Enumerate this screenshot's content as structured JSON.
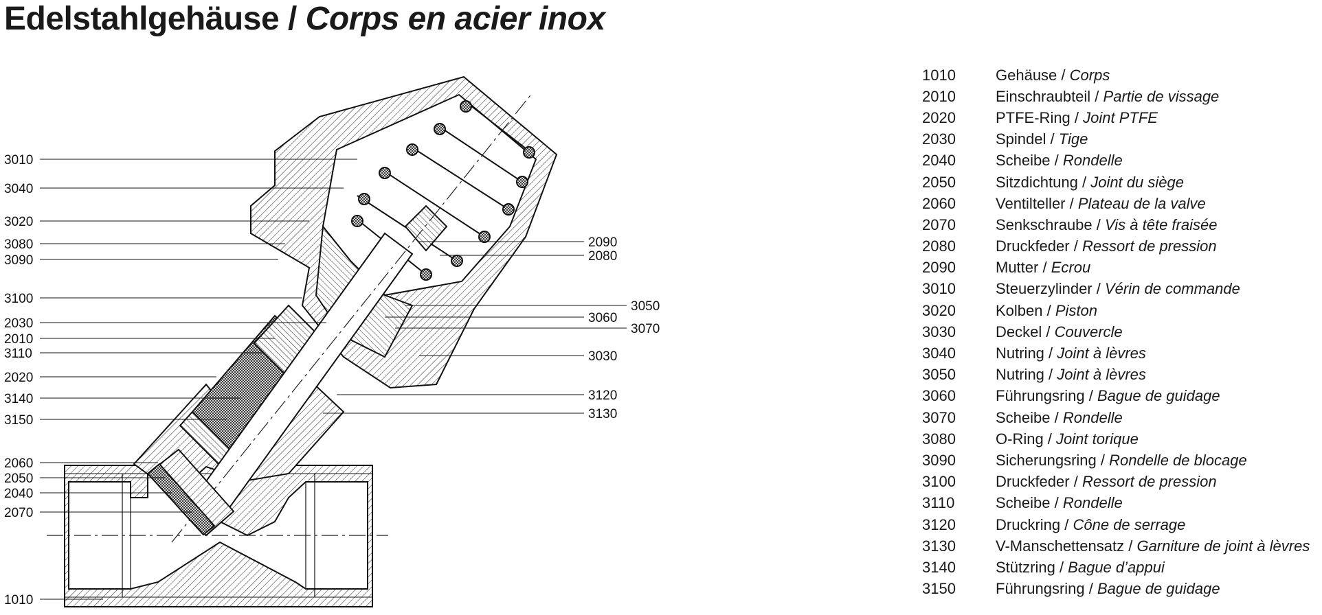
{
  "title": {
    "de": "Edelstahlgehäuse",
    "sep": " / ",
    "fr": "Corps en acier inox"
  },
  "callouts_left": [
    "3010",
    "3040",
    "3020",
    "3080",
    "3090",
    "3100",
    "2030",
    "2010",
    "3110",
    "2020",
    "3140",
    "3150",
    "2060",
    "2050",
    "2040",
    "2070",
    "1010"
  ],
  "callouts_right": [
    "2090",
    "2080",
    "3050",
    "3060",
    "3070",
    "3030",
    "3120",
    "3130"
  ],
  "parts": [
    {
      "num": "1010",
      "de": "Gehäuse",
      "fr": "Corps"
    },
    {
      "num": "2010",
      "de": "Einschraubteil",
      "fr": "Partie de vissage"
    },
    {
      "num": "2020",
      "de": "PTFE-Ring",
      "fr": "Joint PTFE"
    },
    {
      "num": "2030",
      "de": "Spindel",
      "fr": "Tige"
    },
    {
      "num": "2040",
      "de": "Scheibe",
      "fr": "Rondelle"
    },
    {
      "num": "2050",
      "de": "Sitzdichtung",
      "fr": "Joint du siège"
    },
    {
      "num": "2060",
      "de": "Ventilteller",
      "fr": "Plateau de la valve"
    },
    {
      "num": "2070",
      "de": "Senkschraube",
      "fr": "Vis à tête fraisée"
    },
    {
      "num": "2080",
      "de": "Druckfeder",
      "fr": "Ressort de pression"
    },
    {
      "num": "2090",
      "de": "Mutter",
      "fr": "Ecrou"
    },
    {
      "num": "3010",
      "de": "Steuerzylinder",
      "fr": "Vérin de commande"
    },
    {
      "num": "3020",
      "de": "Kolben",
      "fr": "Piston"
    },
    {
      "num": "3030",
      "de": "Deckel",
      "fr": "Couvercle"
    },
    {
      "num": "3040",
      "de": "Nutring",
      "fr": "Joint à lèvres"
    },
    {
      "num": "3050",
      "de": "Nutring",
      "fr": "Joint à lèvres"
    },
    {
      "num": "3060",
      "de": "Führungsring",
      "fr": "Bague de guidage"
    },
    {
      "num": "3070",
      "de": "Scheibe",
      "fr": "Rondelle"
    },
    {
      "num": "3080",
      "de": "O-Ring",
      "fr": "Joint torique"
    },
    {
      "num": "3090",
      "de": "Sicherungsring",
      "fr": "Rondelle de blocage"
    },
    {
      "num": "3100",
      "de": "Druckfeder",
      "fr": "Ressort de pression"
    },
    {
      "num": "3110",
      "de": "Scheibe",
      "fr": "Rondelle"
    },
    {
      "num": "3120",
      "de": "Druckring",
      "fr": "Cône de serrage"
    },
    {
      "num": "3130",
      "de": "V-Manschettensatz",
      "fr": "Garniture de joint à lèvres"
    },
    {
      "num": "3140",
      "de": "Stützring",
      "fr": "Bague d’appui"
    },
    {
      "num": "3150",
      "de": "Führungsring",
      "fr": "Bague de guidage"
    }
  ]
}
